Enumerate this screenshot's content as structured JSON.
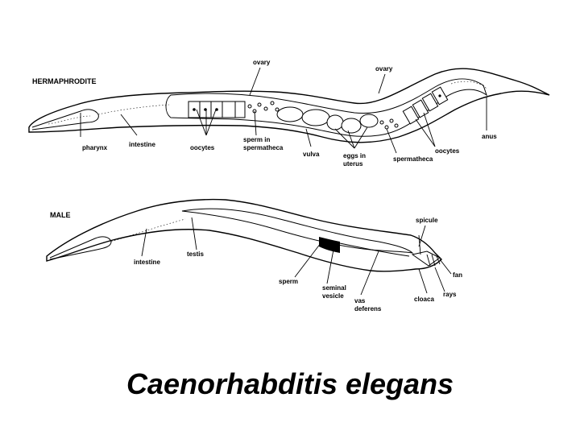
{
  "title": "Caenorhabditis elegans",
  "hermaphrodite": {
    "heading": "HERMAPHRODITE",
    "labels": {
      "ovary_left": "ovary",
      "ovary_right": "ovary",
      "pharynx": "pharynx",
      "intestine": "intestine",
      "oocytes_left": "oocytes",
      "sperm_in_line1": "sperm  in",
      "sperm_in_line2": "spermatheca",
      "vulva": "vulva",
      "eggs_line1": "eggs  in",
      "eggs_line2": "uterus",
      "spermatheca": "spermatheca",
      "oocytes_right": "oocytes",
      "anus": "anus"
    }
  },
  "male": {
    "heading": "MALE",
    "labels": {
      "intestine": "intestine",
      "testis": "testis",
      "sperm": "sperm",
      "seminal_line1": "seminal",
      "seminal_line2": "vesicle",
      "vas_line1": "vas",
      "vas_line2": "deferens",
      "spicule": "spicule",
      "fan": "fan",
      "rays": "rays",
      "cloaca": "cloaca"
    }
  }
}
